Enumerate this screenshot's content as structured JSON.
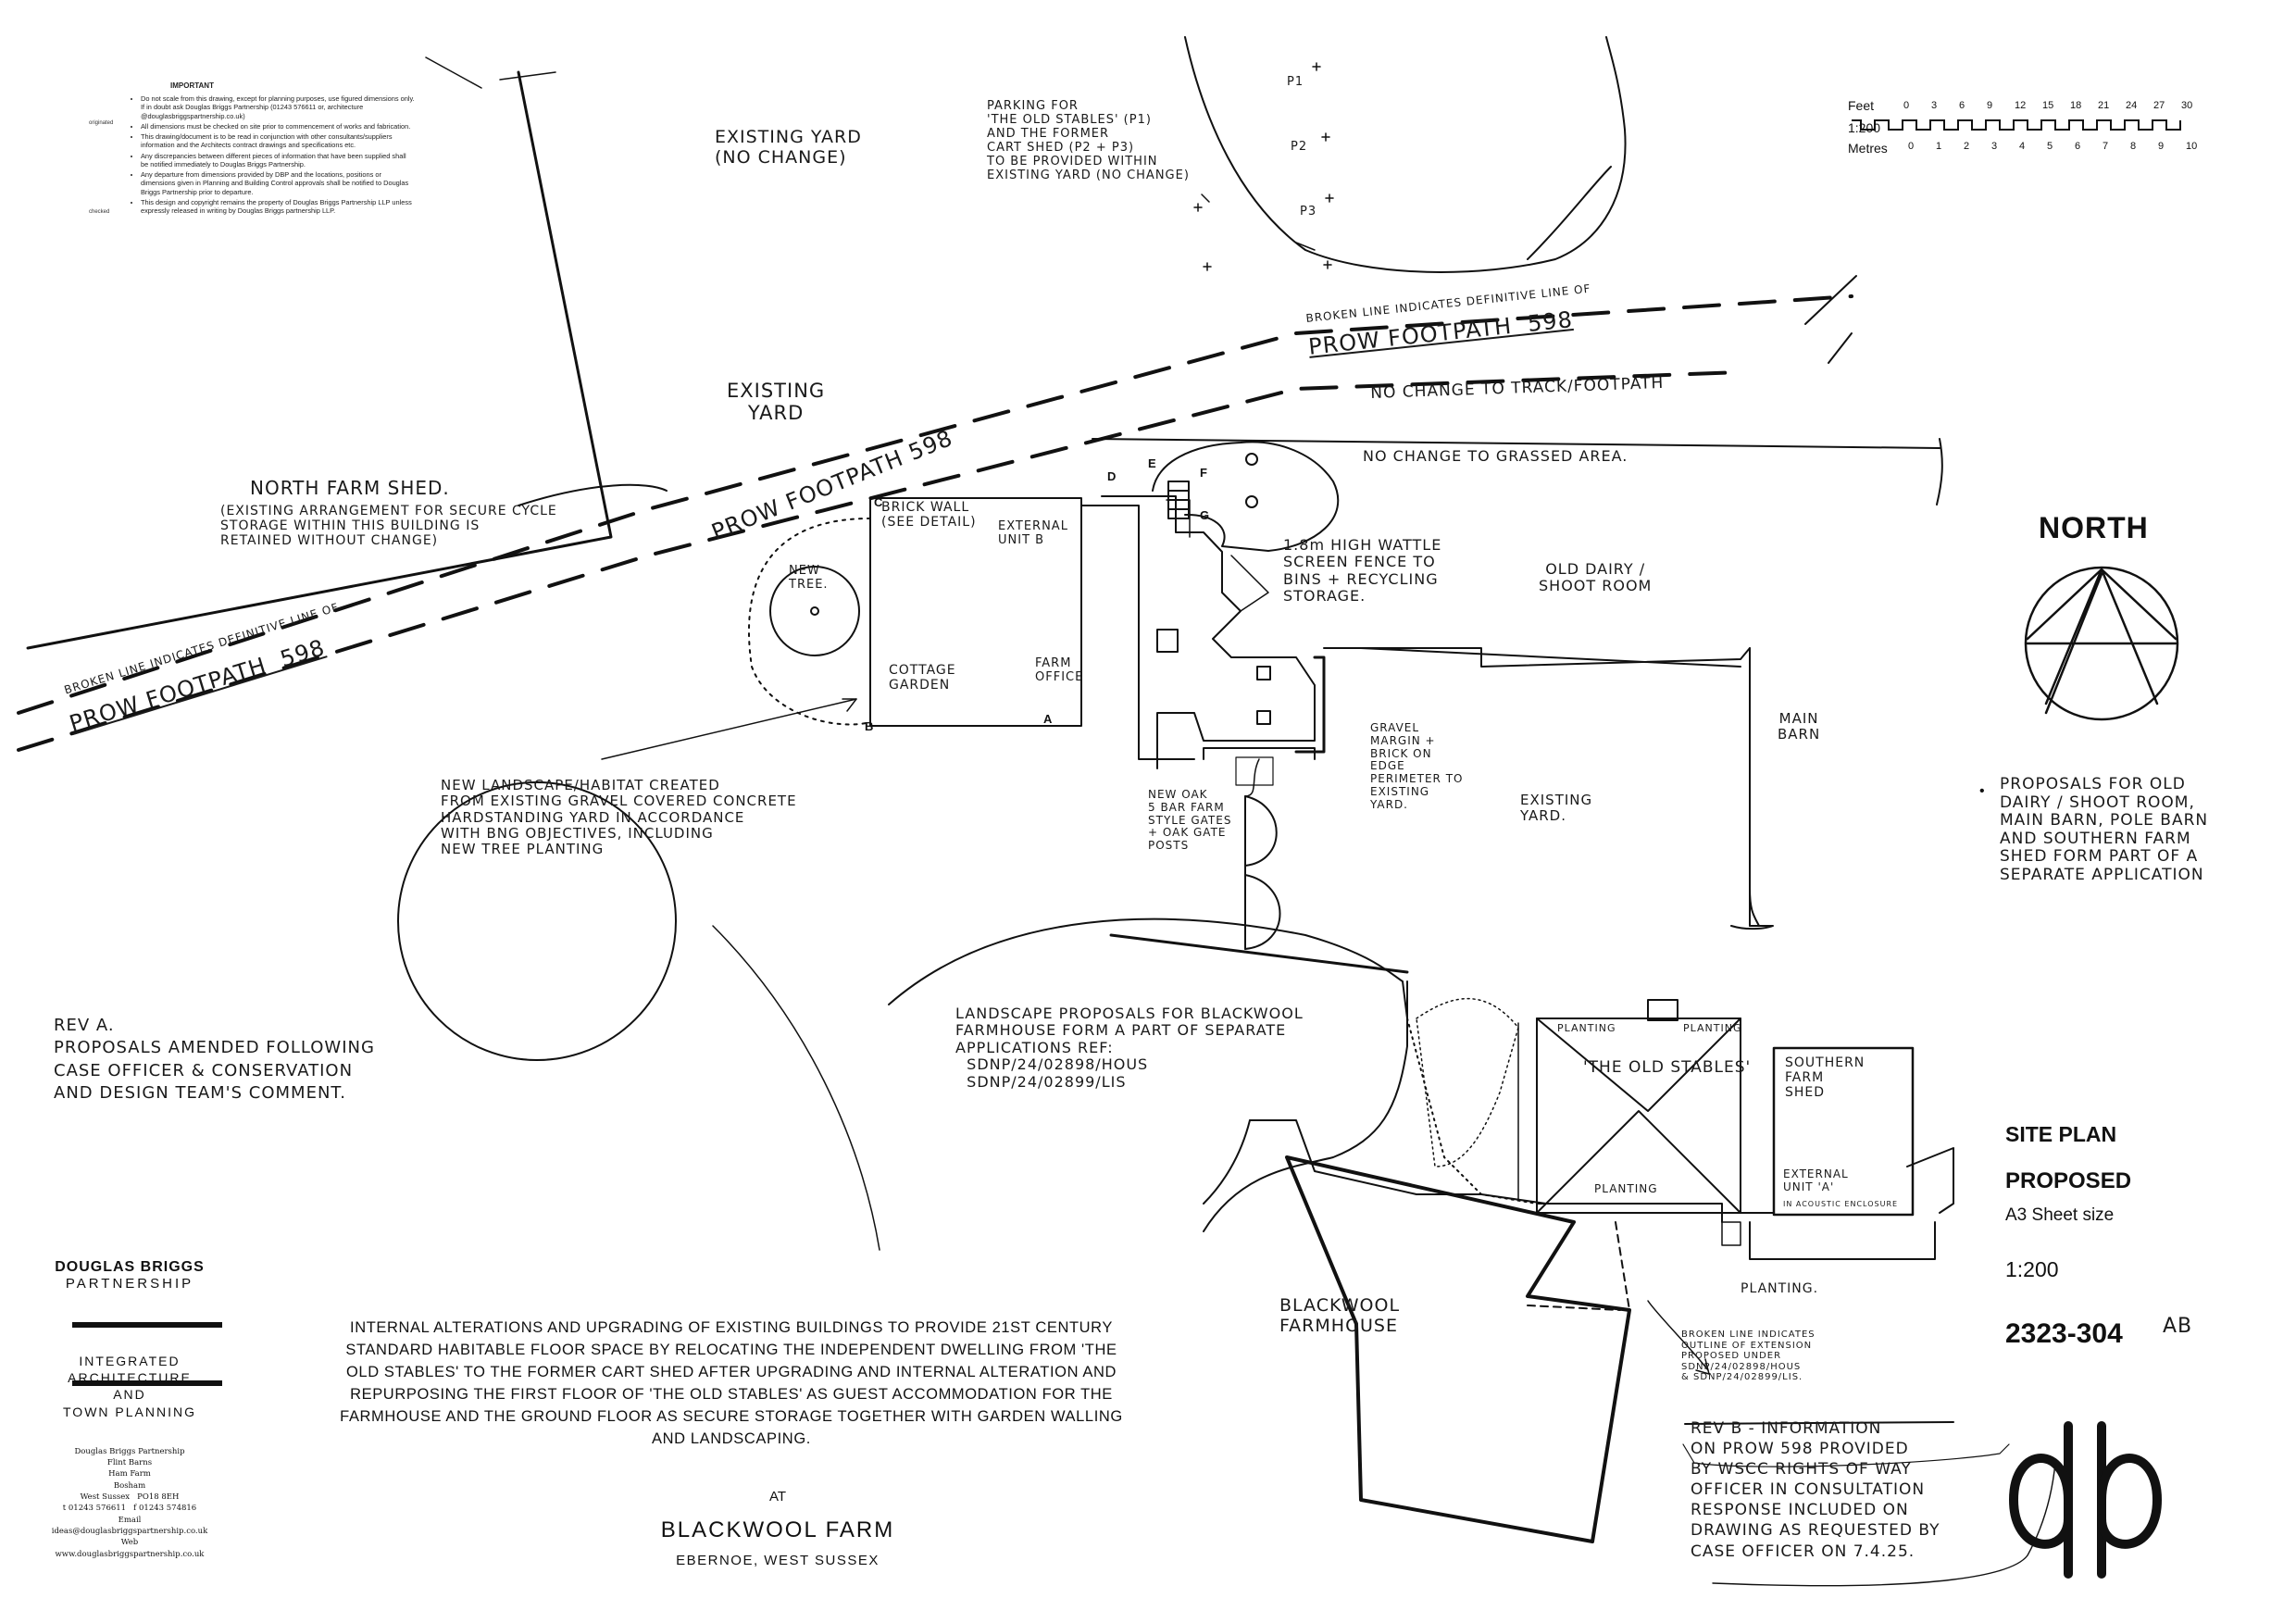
{
  "important": {
    "heading": "IMPORTANT",
    "notes": [
      "Do not scale from this drawing, except for planning purposes, use figured dimensions only. If in doubt ask Douglas Briggs Partnership (01243 576611 or, architecture @douglasbriggspartnership.co.uk)",
      "All dimensions must be checked on site prior to commencement of works and fabrication.",
      "This drawing/document is to be read in conjunction with other consultants/suppliers information and the Architects contract drawings and specifications etc.",
      "Any discrepancies between different pieces of information that have been supplied shall be notified immediately to Douglas Briggs Partnership.",
      "Any departure from dimensions provided by DBP and the locations, positions or dimensions given in Planning and Building Control approvals shall be notified to Douglas Briggs Partnership prior to departure.",
      "This design and copyright remains the property of Douglas Briggs Partnership LLP unless expressly released in writing by Douglas Briggs partnership LLP."
    ],
    "side_labels": [
      "originated",
      "checked"
    ]
  },
  "scale_bar": {
    "feet_label": "Feet",
    "ratio_label": "1:200",
    "metres_label": "Metres",
    "feet_ticks": [
      "0",
      "3",
      "6",
      "9",
      "12",
      "15",
      "18",
      "21",
      "24",
      "27",
      "30"
    ],
    "metre_ticks": [
      "0",
      "1",
      "2",
      "3",
      "4",
      "5",
      "6",
      "7",
      "8",
      "9",
      "10"
    ]
  },
  "north": {
    "label": "NORTH"
  },
  "annotations": {
    "existing_yard_top": "EXISTING YARD\n(NO CHANGE)",
    "parking_note": "PARKING FOR\n'THE OLD STABLES' (P1)\nAND THE FORMER\nCART SHED (P2 + P3)\nTO BE PROVIDED WITHIN\nEXISTING YARD (NO CHANGE)",
    "p1": "P1",
    "p2": "P2",
    "p3": "P3",
    "definitive_line_top": "BROKEN LINE INDICATES DEFINITIVE LINE OF",
    "prow_top": "PROW FOOTPATH  598",
    "no_change_track": "NO CHANGE TO TRACK/FOOTPATH",
    "existing_yard_mid": "EXISTING\nYARD",
    "prow_diag": "PROW FOOTPATH 598",
    "no_change_grassed": "NO CHANGE TO GRASSED AREA.",
    "north_farm_shed": "NORTH FARM SHED.",
    "north_farm_shed_note": "(EXISTING ARRANGEMENT FOR SECURE CYCLE\nSTORAGE WITHIN THIS BUILDING IS\nRETAINED WITHOUT CHANGE)",
    "definitive_line_left": "BROKEN LINE INDICATES DEFINITIVE LINE OF",
    "prow_left": "PROW FOOTPATH  598",
    "brick_wall": "BRICK WALL\n(SEE DETAIL)",
    "external_unit_b": "EXTERNAL\nUNIT B",
    "new_tree": "NEW\nTREE.",
    "cottage_garden": "COTTAGE\nGARDEN",
    "farm_office": "FARM\nOFFICE",
    "wattle_fence": "1.8m HIGH WATTLE\nSCREEN FENCE TO\nBINS + RECYCLING\nSTORAGE.",
    "old_dairy": "OLD DAIRY /\nSHOOT ROOM",
    "main_barn": "MAIN\nBARN",
    "gravel_margin": "GRAVEL\nMARGIN +\nBRICK ON\nEDGE\nPERIMETER TO\nEXISTING\nYARD.",
    "existing_yard_low": "EXISTING\nYARD.",
    "new_oak": "NEW OAK\n5 BAR FARM\nSTYLE GATES\n+ OAK GATE\nPOSTS",
    "new_landscape": "NEW LANDSCAPE/HABITAT CREATED\nFROM EXISTING GRAVEL COVERED CONCRETE\nHARDSTANDING YARD IN ACCORDANCE\nWITH BNG OBJECTIVES, INCLUDING\nNEW TREE PLANTING",
    "proposals_note": "PROPOSALS FOR OLD\nDAIRY / SHOOT ROOM,\nMAIN BARN, POLE BARN\nAND SOUTHERN FARM\nSHED FORM PART OF A\nSEPARATE APPLICATION",
    "landscape_proposals": "LANDSCAPE PROPOSALS FOR BLACKWOOL\nFARMHOUSE FORM A PART OF SEPARATE\nAPPLICATIONS REF:\n  SDNP/24/02898/HOUS\n  SDNP/24/02899/LIS",
    "planting_1": "PLANTING",
    "planting_2": "PLANTING",
    "planting_3": "PLANTING",
    "planting_4": "PLANTING.",
    "old_stables": "'THE OLD STABLES'",
    "southern_farm_shed": "SOUTHERN\nFARM\nSHED",
    "external_unit_a": "EXTERNAL\nUNIT 'A'",
    "acoustic": "IN ACOUSTIC ENCLOSURE",
    "blackwool_farmhouse": "BLACKWOOL\nFARMHOUSE",
    "broken_line_extension": "BROKEN LINE INDICATES\nOUTLINE OF EXTENSION\nPROPOSED UNDER\nSDNP/24/02898/HOUS\n& SDNP/24/02899/LIS.",
    "rev_a": "REV A.\nPROPOSALS AMENDED FOLLOWING\nCASE OFFICER & CONSERVATION\nAND DESIGN TEAM'S COMMENT.",
    "rev_b": "REV B - INFORMATION\nON PROW 598 PROVIDED\nBY WSCC RIGHTS OF WAY\nOFFICER IN CONSULTATION\nRESPONSE INCLUDED ON\nDRAWING AS REQUESTED BY\nCASE OFFICER ON 7.4.25.",
    "point_letters": [
      "A",
      "B",
      "C",
      "D",
      "E",
      "F",
      "G"
    ]
  },
  "practice": {
    "name": "DOUGLAS BRIGGS",
    "partnership": "PARTNERSHIP",
    "integrated": "INTEGRATED\nARCHITECTURE\nAND\nTOWN PLANNING",
    "address": "Douglas Briggs Partnership\nFlint Barns\nHam Farm\nBosham\nWest Sussex   PO18 8EH\nt 01243 576611   f 01243 574816\nEmail\nideas@douglasbriggspartnership.co.uk\nWeb\nwww.douglasbriggspartnership.co.uk"
  },
  "description": "INTERNAL ALTERATIONS AND UPGRADING OF EXISTING BUILDINGS TO PROVIDE 21ST CENTURY STANDARD HABITABLE FLOOR SPACE BY RELOCATING THE INDEPENDENT DWELLING FROM 'THE OLD STABLES' TO THE FORMER CART SHED AFTER UPGRADING AND INTERNAL ALTERATION AND REPURPOSING THE FIRST FLOOR OF 'THE OLD STABLES' AS GUEST ACCOMMODATION FOR THE FARMHOUSE AND THE GROUND FLOOR AS SECURE STORAGE TOGETHER WITH GARDEN WALLING AND LANDSCAPING.",
  "project": {
    "at": "AT",
    "name": "BLACKWOOL FARM",
    "location": "EBERNOE, WEST SUSSEX"
  },
  "title_block": {
    "title": "SITE PLAN",
    "status": "PROPOSED",
    "sheet": "A3 Sheet size",
    "scale": "1:200",
    "drawing_no": "2323-304",
    "revision": "AB"
  },
  "logo": {
    "monogram": "db"
  }
}
